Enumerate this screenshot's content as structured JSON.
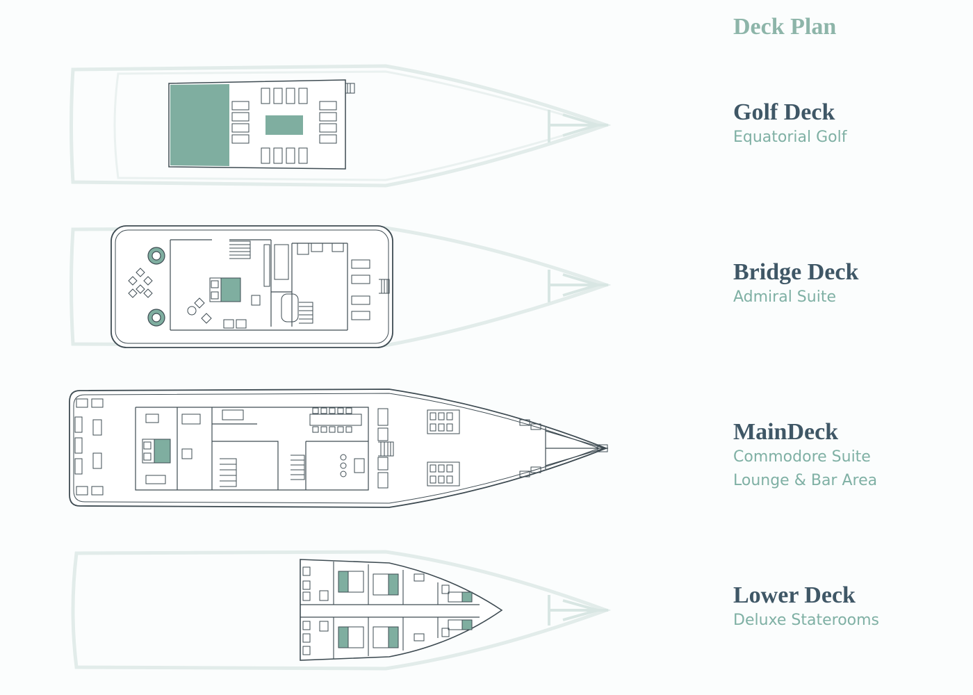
{
  "title": "Deck Plan",
  "colors": {
    "accent": "#7faea0",
    "ghost": "#e6efee",
    "line": "#3e4b52",
    "heading": "#3f5766",
    "subtext": "#7fb0a4"
  },
  "decks": [
    {
      "name": "Golf Deck",
      "subtitles": [
        "Equatorial Golf"
      ]
    },
    {
      "name": "Bridge Deck",
      "subtitles": [
        "Admiral Suite"
      ]
    },
    {
      "name": "MainDeck",
      "subtitles": [
        "Commodore Suite",
        "Lounge & Bar Area"
      ]
    },
    {
      "name": "Lower Deck",
      "subtitles": [
        "Deluxe Staterooms"
      ]
    }
  ]
}
